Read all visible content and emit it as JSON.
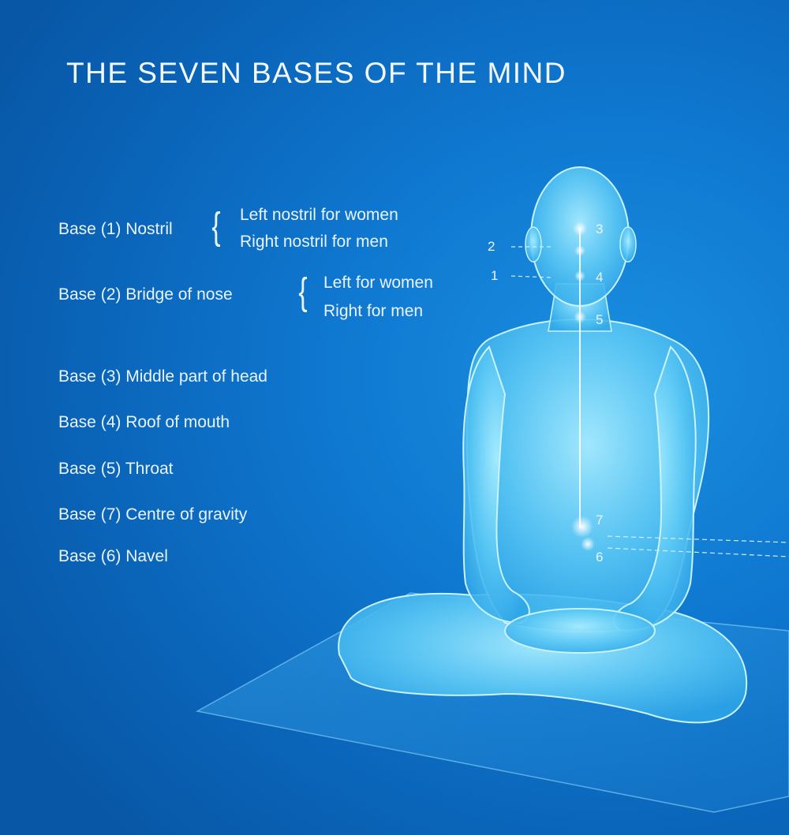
{
  "title": "THE SEVEN BASES OF THE MIND",
  "bases": [
    {
      "label": "Base (1) Nostril",
      "sub": [
        "Left nostril for women",
        "Right nostril for men"
      ]
    },
    {
      "label": "Base (2) Bridge of nose",
      "sub": [
        "Left for women",
        "Right for men"
      ]
    },
    {
      "label": "Base (3) Middle part of head"
    },
    {
      "label": "Base (4) Roof of mouth"
    },
    {
      "label": "Base (5) Throat"
    },
    {
      "label": "Base (7) Centre of gravity"
    },
    {
      "label": "Base (6) Navel"
    }
  ],
  "markers": [
    "1",
    "2",
    "3",
    "4",
    "5",
    "6",
    "7"
  ],
  "colors": {
    "background": "#0f78d0",
    "figure": "#6fd8ff",
    "text": "#eaf4ff"
  }
}
